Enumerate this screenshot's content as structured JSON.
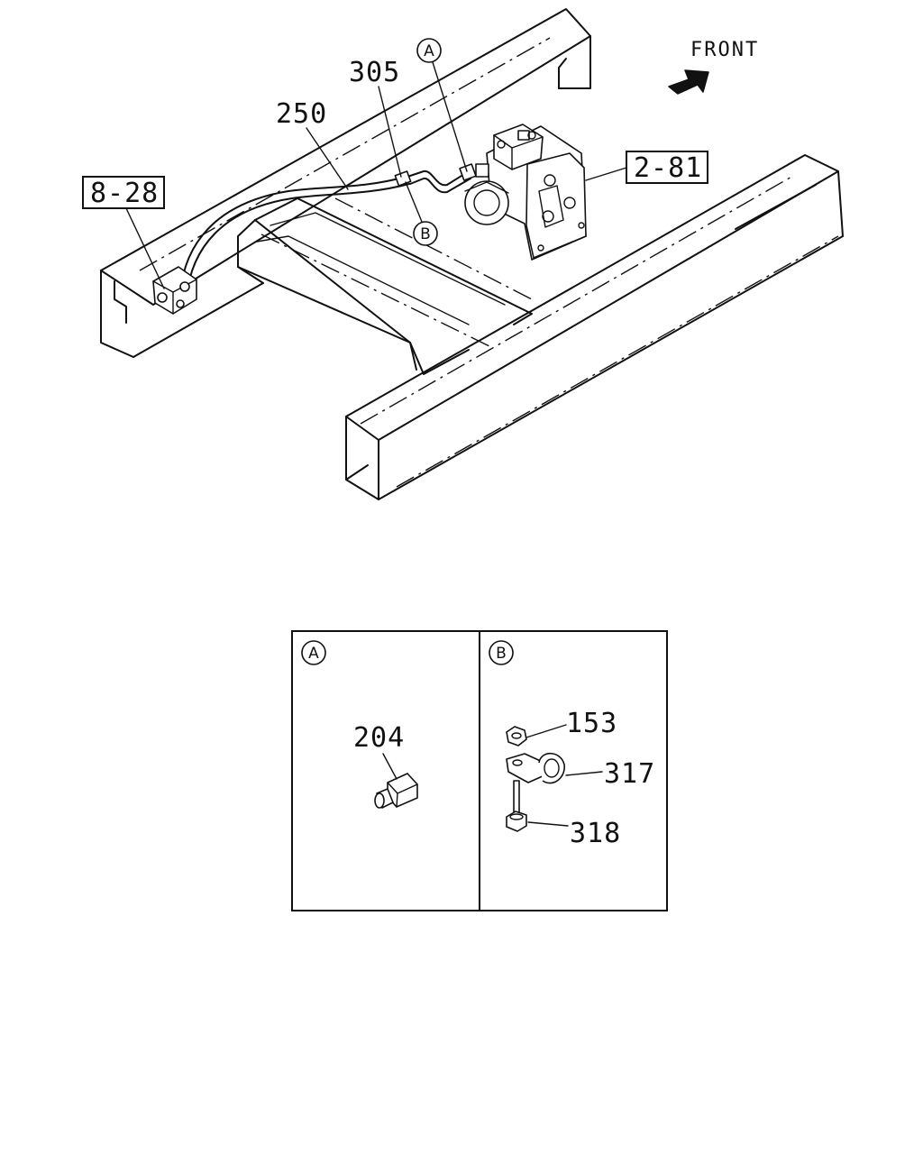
{
  "direction": {
    "label": "FRONT",
    "arrow_icon": "arrow-right-icon"
  },
  "references": {
    "ref_left": "8-28",
    "ref_right": "2-81"
  },
  "callouts": {
    "hose": "250",
    "pipe": "305"
  },
  "detail_markers": {
    "a": "A",
    "b": "B"
  },
  "detail_panels": [
    {
      "marker": "A",
      "parts": [
        "204"
      ]
    },
    {
      "marker": "B",
      "parts": [
        "153",
        "317",
        "318"
      ]
    }
  ]
}
